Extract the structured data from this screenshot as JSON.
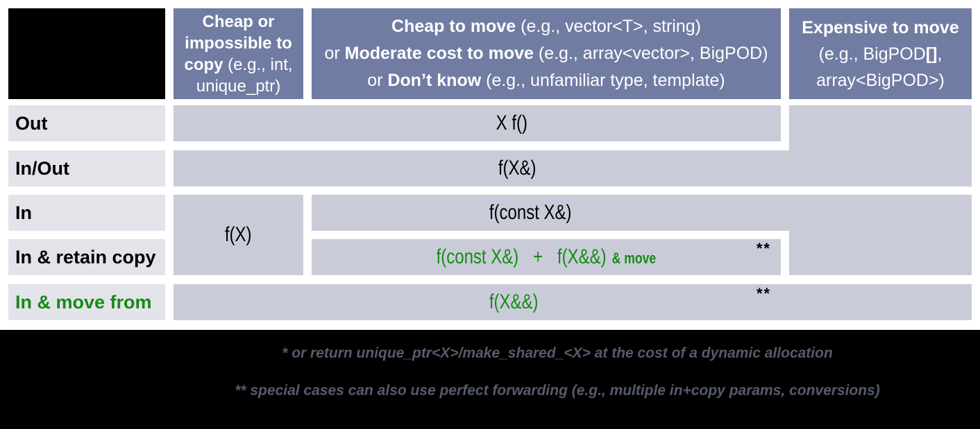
{
  "colors": {
    "header_bg": "#717ca3",
    "cell_bg": "#c9ccd8",
    "label_bg": "#e3e4ea",
    "accent_green": "#168a16",
    "footnote_text": "#565b6c"
  },
  "table": {
    "col_headers": {
      "cheap_copy": {
        "bold": "Cheap or impossible to copy",
        "rest": " (e.g., int, unique_ptr)"
      },
      "cheap_move": {
        "line1_bold": "Cheap to move",
        "line1_rest": " (e.g., vector<T>, string)",
        "line2_pre": "or ",
        "line2_bold": "Moderate cost to move",
        "line2_rest": " (e.g., array<vector>, BigPOD)",
        "line3_pre": "or ",
        "line3_bold": "Don’t know",
        "line3_rest": " (e.g., unfamiliar type, template)"
      },
      "expensive_move": {
        "line1_bold": "Expensive to move",
        "line2_a": "(e.g., BigPOD",
        "line2_bold": "[]",
        "line2_b": ",",
        "line3": "array<BigPOD>)"
      }
    },
    "row_labels": [
      "Out",
      "In/Out",
      "In",
      "In & retain copy",
      "In & move from"
    ],
    "cells": {
      "out": "X f()",
      "in_out": "f(X&)",
      "in_cheap_copy": "f(X)",
      "in_const_ref": "f(const X&)",
      "retain_part1": "f(const X&)",
      "retain_plus": "+",
      "retain_part2": "f(X&&)",
      "retain_suffix": "& move",
      "move_from": "f(X&&)",
      "note_marker": "**"
    }
  },
  "footnotes": {
    "line1": "* or return unique_ptr<X>/make_shared_<X> at the cost of a dynamic allocation",
    "line2": "** special cases can also use perfect forwarding (e.g., multiple in+copy params, conversions)"
  }
}
